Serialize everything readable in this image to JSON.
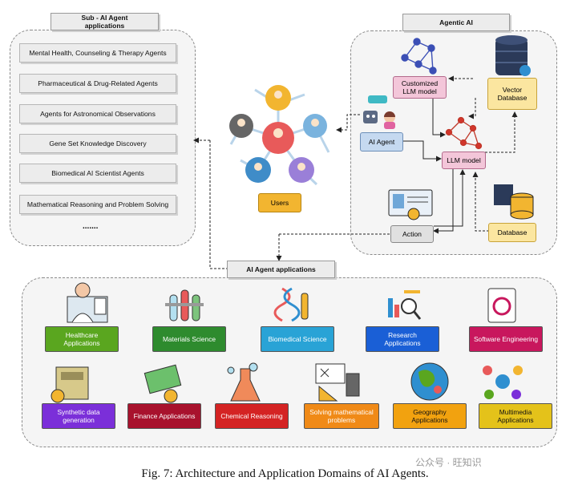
{
  "sub_ai": {
    "header": "Sub - AI Agent\napplications",
    "items": [
      "Mental Health, Counseling & Therapy Agents",
      "Pharmaceutical & Drug-Related Agents",
      "Agents for Astronomical Observations",
      "Gene Set Knowledge Discovery",
      "Biomedical AI Scientist Agents",
      "Mathematical Reasoning and Problem Solving"
    ],
    "ellipsis": "......."
  },
  "users": {
    "label": "Users"
  },
  "agentic": {
    "header": "Agentic AI",
    "customized_llm": "Customized\nLLM model",
    "vector_db": "Vector\nDatabase",
    "ai_agent": "AI Agent",
    "llm_model": "LLM model",
    "action": "Action",
    "database": "Database"
  },
  "apps": {
    "header": "AI Agent applications",
    "row1": [
      {
        "label": "Healthcare\nApplications",
        "color": "#5aa61f"
      },
      {
        "label": "Materials Science",
        "color": "#2e8b2e"
      },
      {
        "label": "Biomedical Science",
        "color": "#29a3d6"
      },
      {
        "label": "Research\nApplications",
        "color": "#1a5fd6"
      },
      {
        "label": "Software Engineering",
        "color": "#c8175d"
      }
    ],
    "row2": [
      {
        "label": "Synthetic data\ngeneration",
        "color": "#7b2fd9"
      },
      {
        "label": "Finance Applications",
        "color": "#a8122d"
      },
      {
        "label": "Chemical Reasoning",
        "color": "#d42323"
      },
      {
        "label": "Solving mathematical\nproblems",
        "color": "#f08a17"
      },
      {
        "label": "Geography\nApplications",
        "color": "#f2a20f"
      },
      {
        "label": "Multimedia\nApplications",
        "color": "#e4c21a"
      }
    ]
  },
  "caption": "Fig. 7: Architecture and Application Domains of AI Agents.",
  "watermark": "公众号 · 旺知识"
}
